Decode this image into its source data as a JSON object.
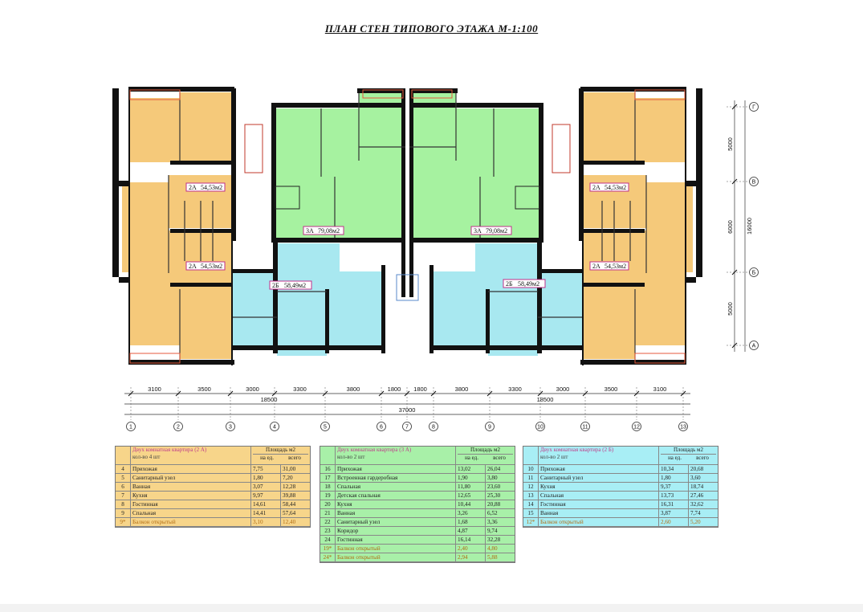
{
  "title": "ПЛАН СТЕН  ТИПОВОГО ЭТАЖА     М-1:100",
  "colors": {
    "apt_2a": "#f5c97a",
    "apt_3a": "#a6f2a0",
    "apt_2b": "#a8e8f0",
    "wall": "#111111",
    "balcony": "#e45a3c",
    "legend_2a_bg": "#f7d58a",
    "legend_3a_bg": "#a8f0a8",
    "legend_2b_bg": "#a8eef5"
  },
  "apartment_tags": {
    "a2a": "2А",
    "a2a_area": "54,53м2",
    "a3a": "3А",
    "a3a_area": "79,08м2",
    "a2b": "2Б",
    "a2b_area": "58,49м2"
  },
  "bottom_dimensions": {
    "segments_left": [
      "3100",
      "3500",
      "3000",
      "3300",
      "3800",
      "1800"
    ],
    "segments_right": [
      "1800",
      "3800",
      "3300",
      "3000",
      "3500",
      "3100"
    ],
    "half": "18500",
    "total": "37000",
    "axes": [
      "1",
      "2",
      "3",
      "4",
      "5",
      "6",
      "7",
      "8",
      "9",
      "10",
      "11",
      "12",
      "13"
    ]
  },
  "right_dimensions": {
    "segments": [
      "5000",
      "6000",
      "5000"
    ],
    "total": "16000",
    "axes": [
      "Г",
      "В",
      "Б",
      "А"
    ]
  },
  "legends": [
    {
      "title": "Двух комнатная квартира  (2 А)",
      "count": "кол-во 4 шт",
      "area_label": "Площадь  м2",
      "col_unit": "на ед.",
      "col_total": "всего",
      "rows": [
        {
          "n": "4",
          "name": "Прихожая",
          "unit": "7,75",
          "total": "31,00"
        },
        {
          "n": "5",
          "name": "Санитарный узел",
          "unit": "1,80",
          "total": "7,20"
        },
        {
          "n": "6",
          "name": "Ванная",
          "unit": "3,07",
          "total": "12,28"
        },
        {
          "n": "7",
          "name": "Кухня",
          "unit": "9,97",
          "total": "39,88"
        },
        {
          "n": "8",
          "name": "Гостинная",
          "unit": "14,61",
          "total": "58,44"
        },
        {
          "n": "9",
          "name": "Спальная",
          "unit": "14,41",
          "total": "57,64"
        },
        {
          "n": "9*",
          "name": "Балкон открытый",
          "unit": "3,10",
          "total": "12,40",
          "balcony": true
        }
      ]
    },
    {
      "title": "Двух комнатная квартира  (3 А)",
      "count": "кол-во 2 шт",
      "area_label": "Площадь  м2",
      "col_unit": "на ед.",
      "col_total": "всего",
      "rows": [
        {
          "n": "16",
          "name": "Прихожая",
          "unit": "13,02",
          "total": "26,04"
        },
        {
          "n": "17",
          "name": "Встроенная гардеробная",
          "unit": "1,90",
          "total": "3,80"
        },
        {
          "n": "18",
          "name": "Спальная",
          "unit": "11,80",
          "total": "23,60"
        },
        {
          "n": "19",
          "name": "Детская спальная",
          "unit": "12,65",
          "total": "25,30"
        },
        {
          "n": "20",
          "name": "Кухня",
          "unit": "10,44",
          "total": "20,88"
        },
        {
          "n": "21",
          "name": "Ванная",
          "unit": "3,26",
          "total": "6,52"
        },
        {
          "n": "22",
          "name": "Санитарный узел",
          "unit": "1,68",
          "total": "3,36"
        },
        {
          "n": "23",
          "name": "Коридор",
          "unit": "4,87",
          "total": "9,74"
        },
        {
          "n": "24",
          "name": "Гостинная",
          "unit": "16,14",
          "total": "32,28"
        },
        {
          "n": "19*",
          "name": "Балкон открытый",
          "unit": "2,40",
          "total": "4,80",
          "balcony": true
        },
        {
          "n": "24*",
          "name": "Балкон открытый",
          "unit": "2,94",
          "total": "5,88",
          "balcony": true
        }
      ]
    },
    {
      "title": "Двух комнатная квартира  (2 Б)",
      "count": "кол-во 2 шт",
      "area_label": "Площадь  м2",
      "col_unit": "на ед.",
      "col_total": "всего",
      "rows": [
        {
          "n": "10",
          "name": "Прихожая",
          "unit": "10,34",
          "total": "20,68"
        },
        {
          "n": "11",
          "name": "Санитарный узел",
          "unit": "1,80",
          "total": "3,60"
        },
        {
          "n": "12",
          "name": "Кухня",
          "unit": "9,37",
          "total": "18,74"
        },
        {
          "n": "13",
          "name": "Спальная",
          "unit": "13,73",
          "total": "27,46"
        },
        {
          "n": "14",
          "name": "Гостинная",
          "unit": "16,31",
          "total": "32,62"
        },
        {
          "n": "15",
          "name": "Ванная",
          "unit": "3,87",
          "total": "7,74"
        },
        {
          "n": "12*",
          "name": "Балкон открытый",
          "unit": "2,60",
          "total": "5,20",
          "balcony": true
        }
      ]
    }
  ]
}
